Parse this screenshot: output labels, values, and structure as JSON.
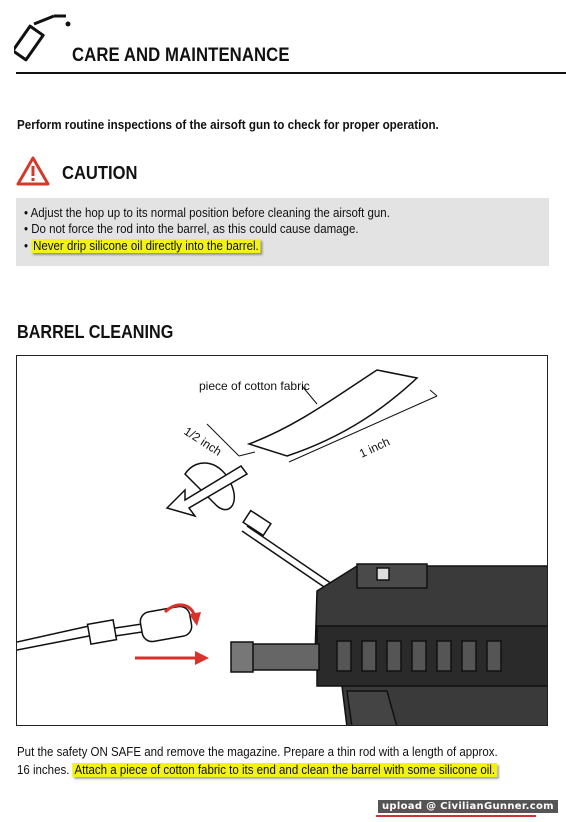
{
  "header": {
    "title": "CARE AND MAINTENANCE",
    "icon": "oil-bottle-icon"
  },
  "intro": "Perform routine inspections of the airsoft gun to check for proper operation.",
  "caution": {
    "title": "CAUTION",
    "icon": "warning-triangle-icon",
    "items": [
      "Adjust the hop up to its normal position before cleaning the airsoft gun.",
      "Do not force the rod into the barrel, as this could cause damage.",
      "Never drip silicone oil directly into the barrel."
    ],
    "bullet": "•",
    "highlight_color": "#f2f21a",
    "highlighted_item_index": 2
  },
  "barrel_cleaning": {
    "title": "BARREL CLEANING",
    "figure_labels": {
      "fabric": "piece of cotton fabric",
      "half_inch": "1/2 inch",
      "one_inch": "1 inch"
    },
    "text_line1": "Put the safety ON SAFE and remove the magazine. Prepare a thin rod with a length of approx.",
    "text_line2_plain": "16 inches.",
    "text_line2_highlight": "Attach a piece of cotton fabric to its end and clean the barrel with some silicone oil."
  },
  "watermark": "upload @ CivilianGunner.com",
  "colors": {
    "caution_red": "#d33a2c",
    "arrow_red": "#d8322a",
    "caution_box": "#e3e3e3"
  }
}
